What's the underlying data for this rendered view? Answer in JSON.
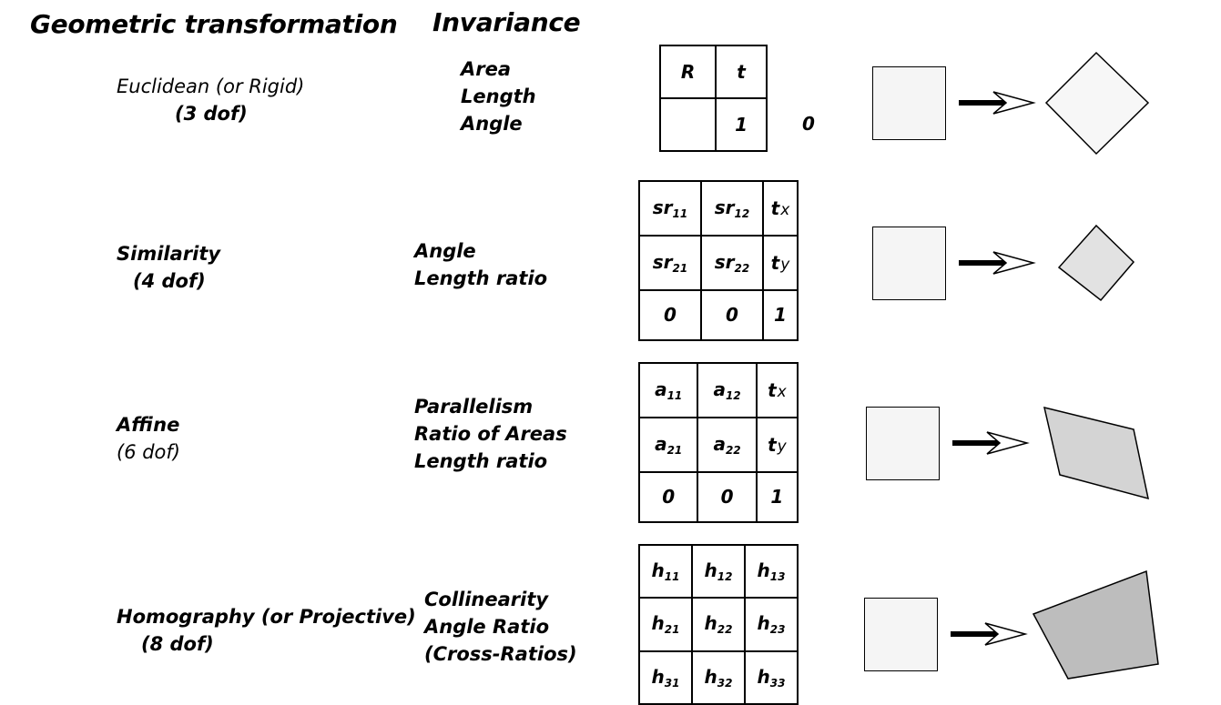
{
  "headers": {
    "transformation": "Geometric transformation",
    "invariance": "Invariance"
  },
  "rows": [
    {
      "id": "euclidean",
      "name": "Euclidean (or Rigid)",
      "dof": "(3 dof)",
      "invariants": [
        "Area",
        "Length",
        "Angle"
      ],
      "matrix": [
        [
          "R",
          "t"
        ],
        [
          "",
          "1"
        ]
      ],
      "outside_zero": "0",
      "result_fill": "#f7f7f7"
    },
    {
      "id": "similarity",
      "name": "Similarity",
      "dof": "(4 dof)",
      "invariants": [
        "Angle",
        "Length ratio"
      ],
      "matrix": [
        [
          {
            "b": "sr",
            "s": "11"
          },
          {
            "b": "sr",
            "s": "12"
          },
          {
            "b": "t",
            "s": "x"
          }
        ],
        [
          {
            "b": "sr",
            "s": "21"
          },
          {
            "b": "sr",
            "s": "22"
          },
          {
            "b": "t",
            "s": "y"
          }
        ],
        [
          {
            "b": "0",
            "s": ""
          },
          {
            "b": "0",
            "s": ""
          },
          {
            "b": "1",
            "s": ""
          }
        ]
      ],
      "result_fill": "#e2e2e2"
    },
    {
      "id": "affine",
      "name": "Affine",
      "dof": "(6 dof)",
      "invariants": [
        "Parallelism",
        "Ratio of Areas",
        "Length ratio"
      ],
      "matrix": [
        [
          {
            "b": "a",
            "s": "11"
          },
          {
            "b": "a",
            "s": "12"
          },
          {
            "b": "t",
            "s": "x"
          }
        ],
        [
          {
            "b": "a",
            "s": "21"
          },
          {
            "b": "a",
            "s": "22"
          },
          {
            "b": "t",
            "s": "y"
          }
        ],
        [
          {
            "b": "0",
            "s": ""
          },
          {
            "b": "0",
            "s": ""
          },
          {
            "b": "1",
            "s": ""
          }
        ]
      ],
      "result_fill": "#d4d4d4"
    },
    {
      "id": "homography",
      "name": "Homography (or Projective)",
      "dof": "(8 dof)",
      "invariants": [
        "Collinearity",
        "Angle Ratio",
        "(Cross-Ratios)"
      ],
      "matrix": [
        [
          {
            "b": "h",
            "s": "11"
          },
          {
            "b": "h",
            "s": "12"
          },
          {
            "b": "h",
            "s": "13"
          }
        ],
        [
          {
            "b": "h",
            "s": "21"
          },
          {
            "b": "h",
            "s": "22"
          },
          {
            "b": "h",
            "s": "23"
          }
        ],
        [
          {
            "b": "h",
            "s": "31"
          },
          {
            "b": "h",
            "s": "32"
          },
          {
            "b": "h",
            "s": "33"
          }
        ]
      ],
      "result_fill": "#bdbdbd"
    }
  ],
  "colors": {
    "source_fill": "#f5f5f5",
    "stroke": "#000000"
  }
}
